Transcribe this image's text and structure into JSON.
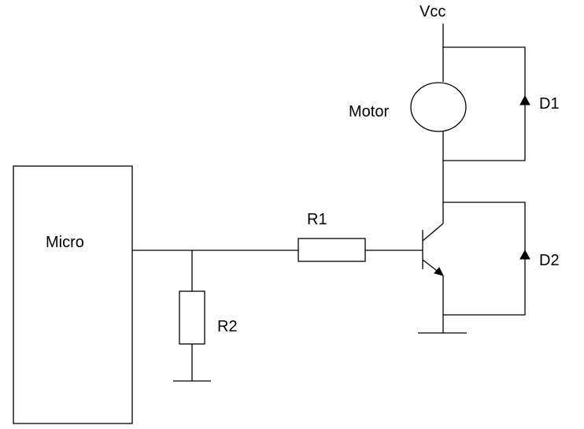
{
  "labels": {
    "vcc": "Vcc",
    "motor": "Motor",
    "d1": "D1",
    "d2": "D2",
    "r1": "R1",
    "r2": "R2",
    "micro": "Micro"
  }
}
